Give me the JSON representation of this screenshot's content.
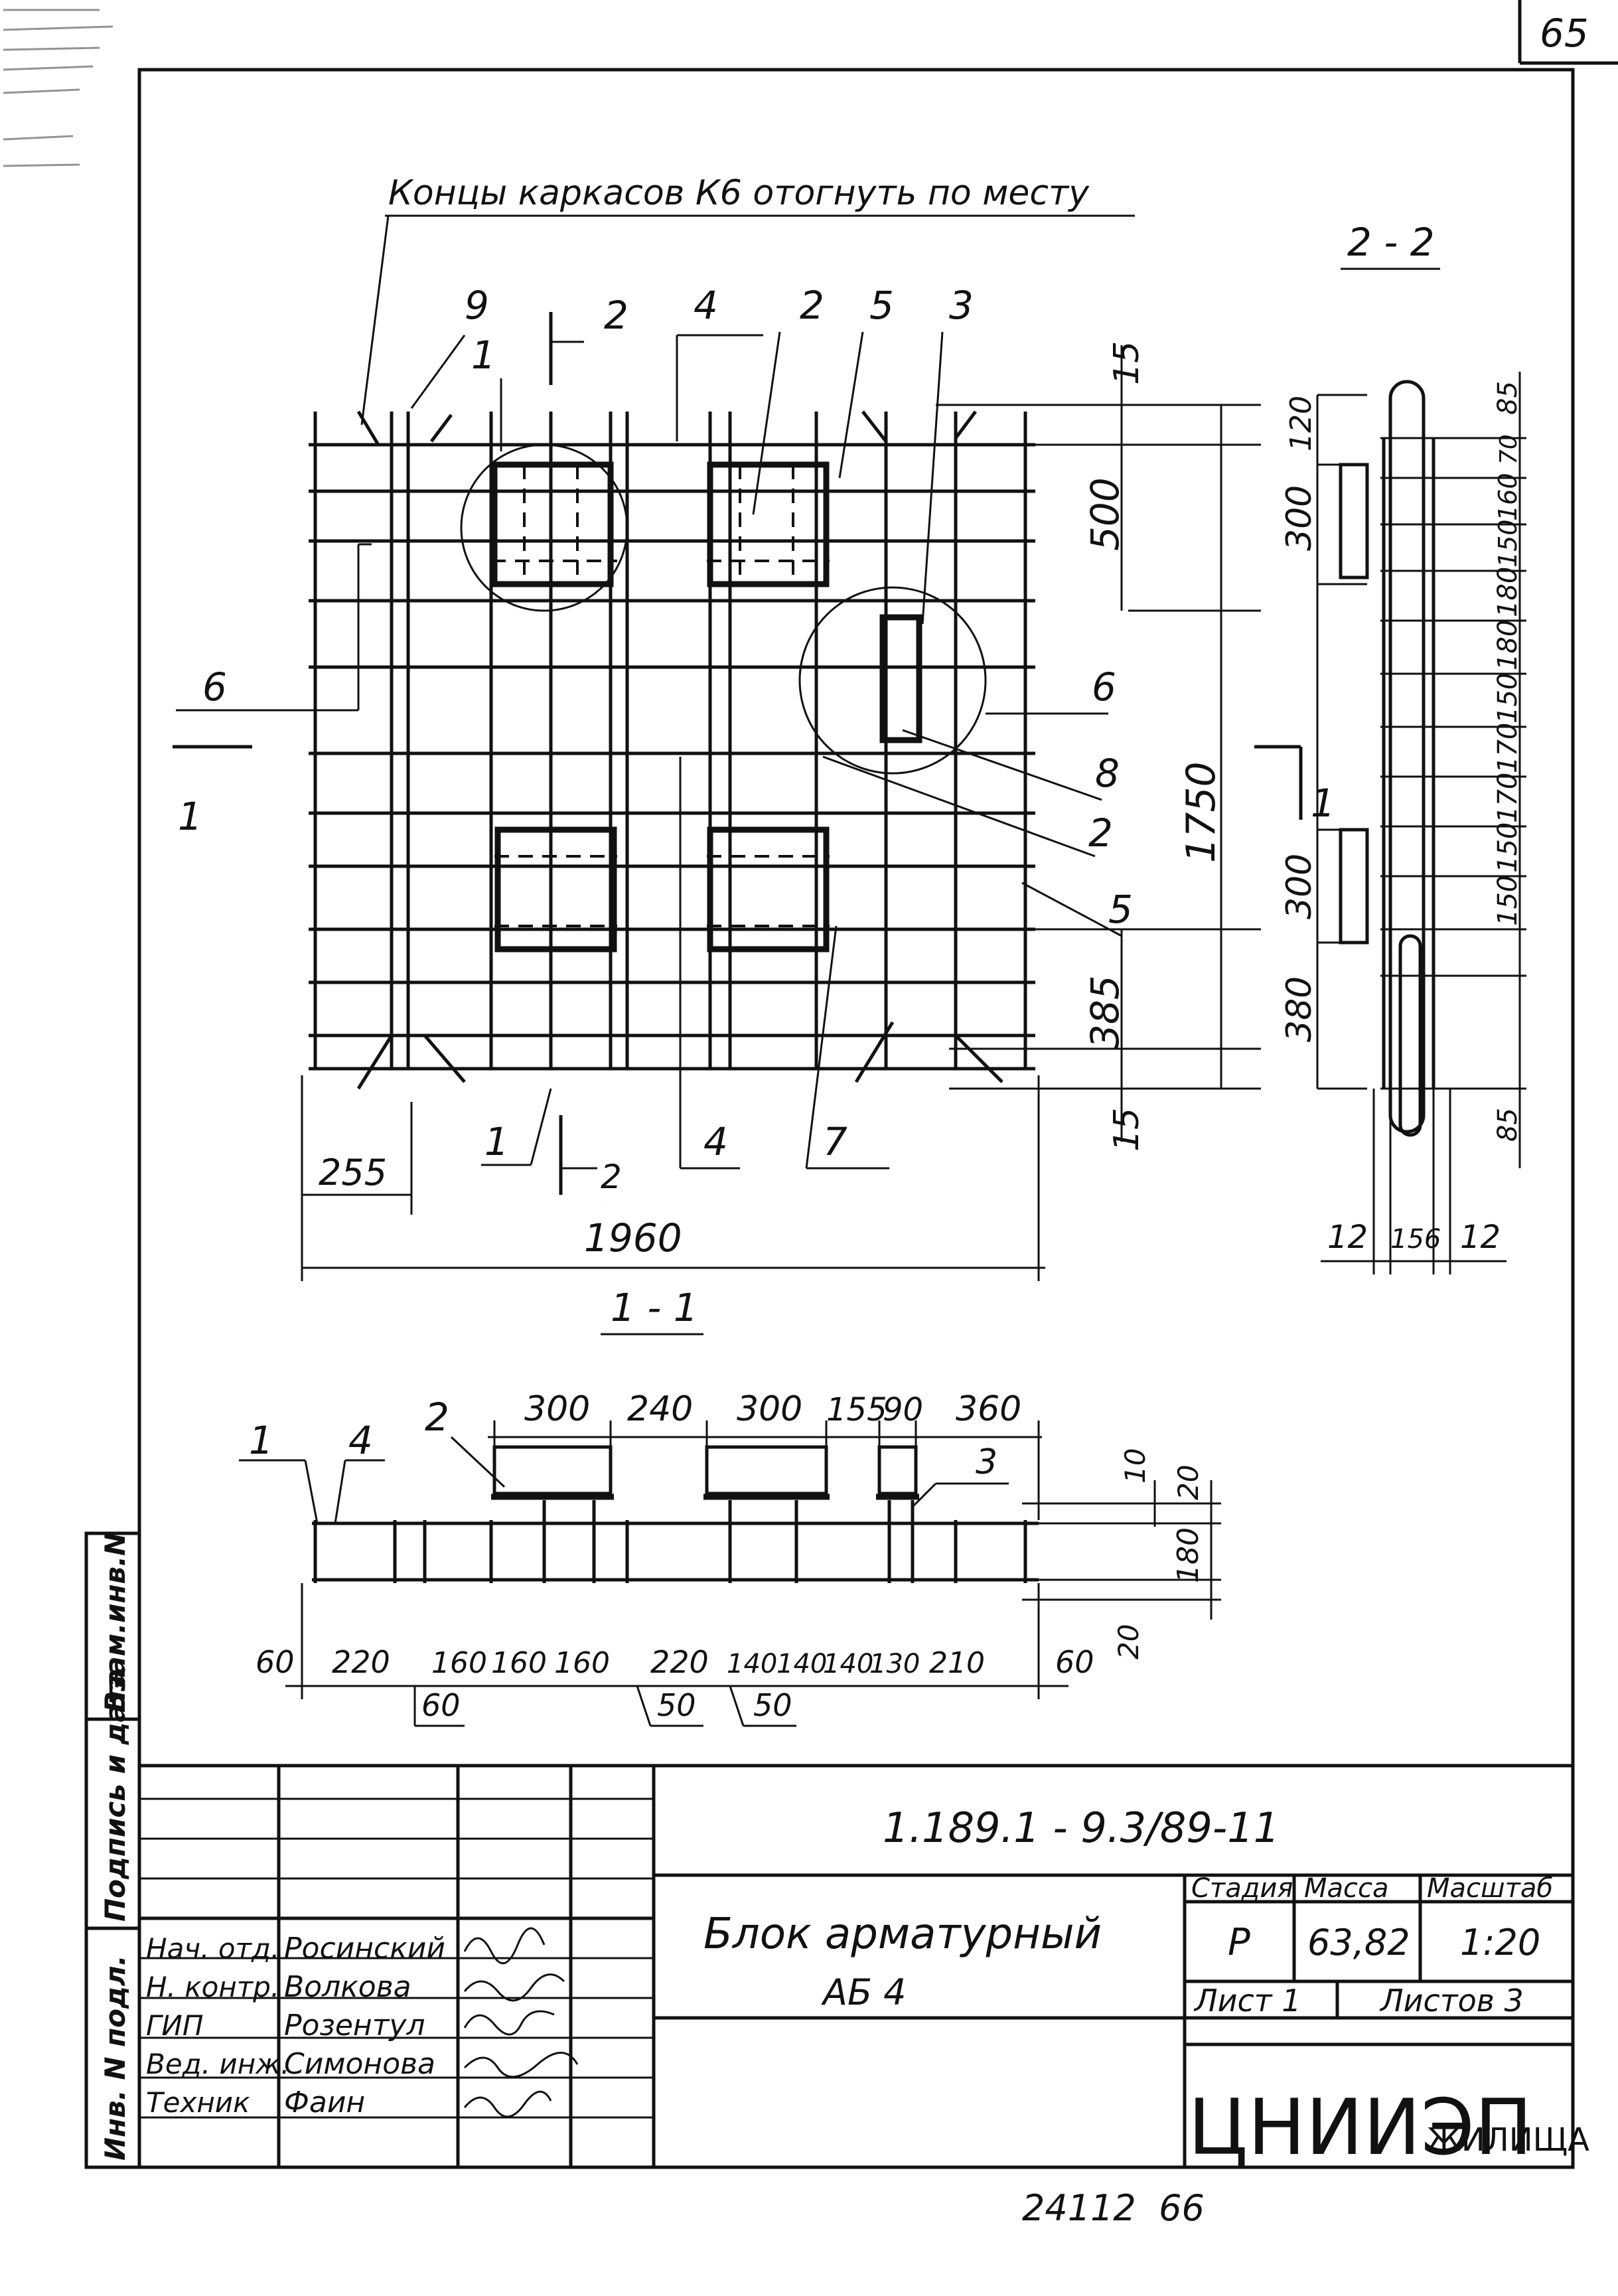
{
  "page_number": "65",
  "bottom_codes": "24112  66",
  "side_labels": [
    "Инв. N подл.",
    "Подпись и дата",
    "Взам.инв.N"
  ],
  "note": "Концы каркасов К6 отогнуть по месту",
  "plan_view": {
    "dims": {
      "d500": "500",
      "d1750": "1750",
      "d385": "385",
      "d15a": "15",
      "d15b": "15",
      "d255": "255",
      "d1960": "1960"
    },
    "callouts": [
      "9",
      "2",
      "4",
      "2",
      "5",
      "3",
      "1",
      "6",
      "6",
      "8",
      "2",
      "5",
      "1",
      "4",
      "7",
      "2"
    ],
    "section_marks": {
      "s1_left": "1",
      "s1_right": "1",
      "s2_top": "2",
      "s2_bottom": "2"
    }
  },
  "section_2_2": {
    "title": "2 - 2",
    "right_dims": [
      "85",
      "70",
      "160",
      "150",
      "180",
      "180",
      "150",
      "170",
      "170",
      "150",
      "150",
      "85"
    ],
    "left_dims": [
      "120",
      "300",
      "300",
      "380"
    ],
    "bottom_dims": [
      "12",
      "156",
      "12"
    ]
  },
  "section_1_1": {
    "title": "1 - 1",
    "top_dims": [
      "300",
      "240",
      "300",
      "155",
      "90",
      "360"
    ],
    "callouts": [
      "1",
      "4",
      "2",
      "3"
    ],
    "right_dims": [
      "10",
      "20",
      "180",
      "20"
    ],
    "bottom_dims": [
      "60",
      "220",
      "160",
      "160",
      "160",
      "220",
      "140",
      "140",
      "140",
      "130",
      "210",
      "60"
    ],
    "lower_dims": [
      "60",
      "50",
      "50"
    ]
  },
  "title_block": {
    "doc_code": "1.189.1 - 9.3/89-11",
    "name_line1": "Блок арматурный",
    "name_line2": "АБ 4",
    "stage_header": "Стадия",
    "mass_header": "Масса",
    "scale_header": "Масштаб",
    "stage": "Р",
    "mass": "63,82",
    "scale": "1:20",
    "sheet": "Лист 1",
    "sheets": "Листов 3",
    "org": "ЦНИИЭП",
    "org_sub": "ЖИЛИЩА",
    "staff": [
      {
        "role": "Нач. отд.",
        "name": "Росинский"
      },
      {
        "role": "Н. контр.",
        "name": "Волкова"
      },
      {
        "role": "ГИП",
        "name": "Розентул"
      },
      {
        "role": "Вед. инж.",
        "name": "Симонова"
      },
      {
        "role": "Техник",
        "name": "Фаин"
      }
    ]
  }
}
